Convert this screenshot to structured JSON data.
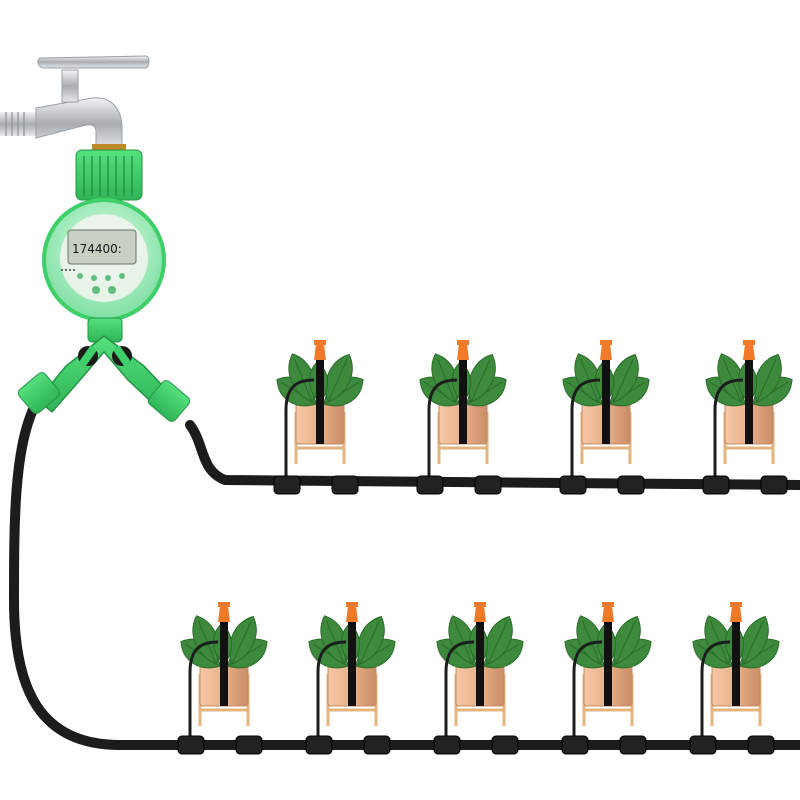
{
  "timer": {
    "display_text": "174400:"
  },
  "colors": {
    "hose": "#1c1c1c",
    "timer_green": "#3fcf6a",
    "dripper_orange": "#f07a2a",
    "pot": "#e9b590",
    "leaf": "#3d8a3d",
    "faucet": "#c9ccce"
  },
  "plants": {
    "upper_row_count": 4,
    "lower_row_count": 5
  }
}
